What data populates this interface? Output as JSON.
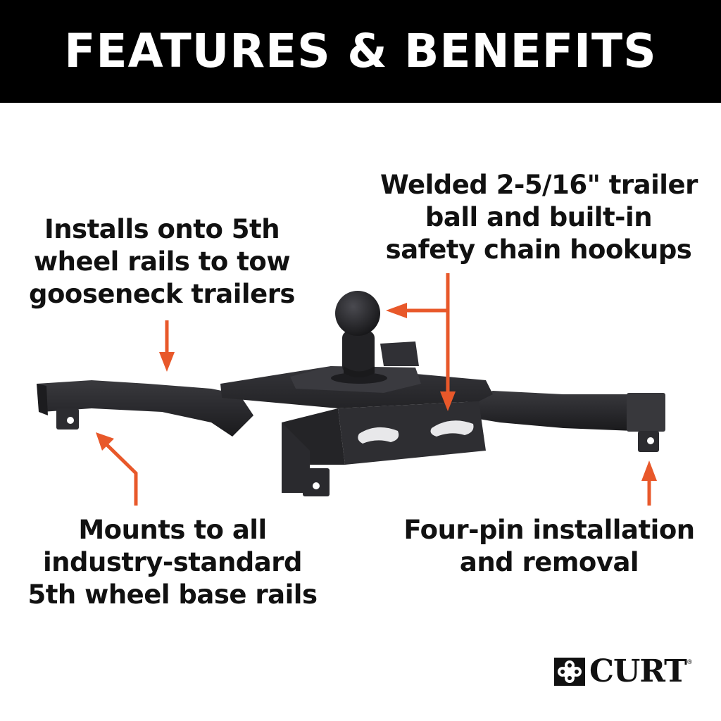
{
  "banner": {
    "title": "FEATURES & BENEFITS"
  },
  "callouts": {
    "rails": {
      "lines": [
        "Installs onto 5th",
        "wheel rails to tow",
        "gooseneck trailers"
      ]
    },
    "ball": {
      "lines": [
        "Welded 2-5/16\" trailer",
        "ball and built-in",
        "safety chain hookups"
      ]
    },
    "mounts": {
      "lines": [
        "Mounts to all",
        "industry-standard",
        "5th wheel base rails"
      ]
    },
    "pins": {
      "lines": [
        "Four-pin installation",
        "and removal"
      ]
    }
  },
  "brand": {
    "name": "CURT",
    "registered": "®"
  },
  "colors": {
    "arrow": "#e8582a",
    "banner_bg": "#000000",
    "banner_text": "#ffffff",
    "product": "#2a2a2d",
    "text": "#111111"
  }
}
